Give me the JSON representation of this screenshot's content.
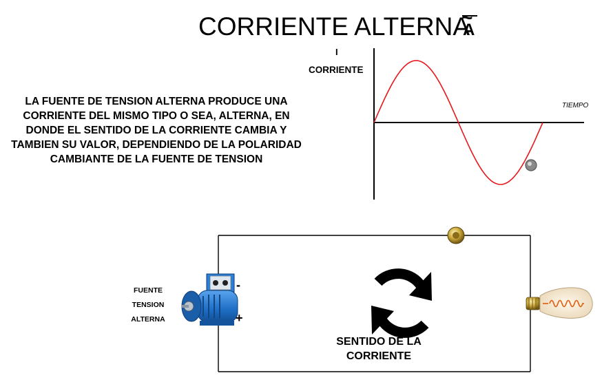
{
  "header": {
    "title": "CORRIENTE ALTERNA",
    "ac_symbol_letter": "A",
    "ac_symbol_tilde": "~"
  },
  "description": "LA FUENTE DE TENSION ALTERNA PRODUCE UNA CORRIENTE DEL MISMO TIPO O SEA, ALTERNA, EN DONDE EL SENTIDO DE LA CORRIENTE CAMBIA Y TAMBIEN SU VALOR, DEPENDIENDO DE LA POLARIDAD CAMBIANTE DE LA FUENTE DE TENSION",
  "graph": {
    "y_axis_symbol": "I",
    "y_axis_label": "CORRIENTE",
    "x_axis_label": "TIEMPO",
    "wave_color": "#e8161b",
    "marker_color": "#8a8a8a"
  },
  "circuit": {
    "source_label_lines": [
      "FUENTE",
      "TENSION",
      "ALTERNA"
    ],
    "negative_terminal": "-",
    "positive_terminal": "+",
    "direction_label_lines": [
      "SENTIDO DE LA",
      "CORRIENTE"
    ],
    "generator_color": "#1f6fc6",
    "marker_color": "#c8a437",
    "icons": [
      "generator-icon",
      "rotate-arrows-icon",
      "light-bulb-icon",
      "current-marker-icon"
    ]
  }
}
